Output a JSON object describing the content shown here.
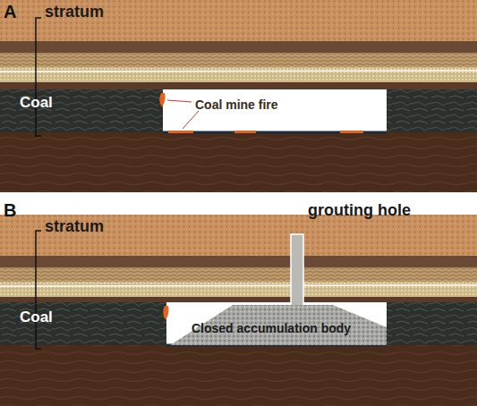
{
  "diagram": {
    "labels": [
      "A",
      "stratum",
      "Coal",
      "Coal mine fire",
      "B",
      "grouting hole",
      "stratum",
      "Coal",
      "Closed accumulation body"
    ]
  }
}
